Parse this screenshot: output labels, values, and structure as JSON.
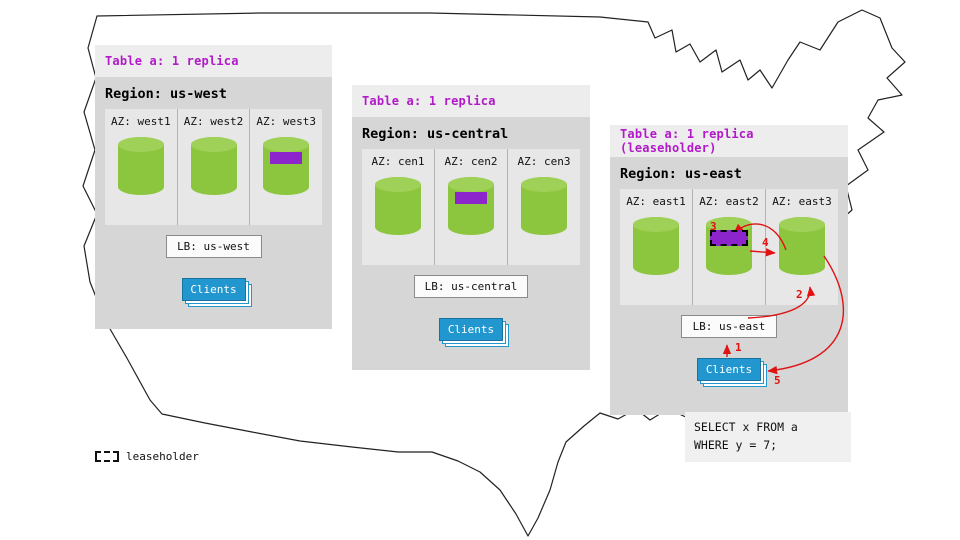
{
  "colors": {
    "accent_purple": "#b219c9",
    "replica_purple": "#8c25cc",
    "cylinder_green": "#8cc63f",
    "clients_blue": "#2196cf",
    "arrow_red": "#e01212",
    "panel_gray": "#d6d6d6",
    "header_gray": "#ededed"
  },
  "regions": [
    {
      "id": "us-west",
      "table_label": "Table a: 1 replica",
      "region_label": "Region: us-west",
      "azs": [
        {
          "label": "AZ: west1",
          "replica": false,
          "leaseholder": false
        },
        {
          "label": "AZ: west2",
          "replica": false,
          "leaseholder": false
        },
        {
          "label": "AZ: west3",
          "replica": true,
          "leaseholder": false
        }
      ],
      "lb_label": "LB: us-west",
      "clients_label": "Clients"
    },
    {
      "id": "us-central",
      "table_label": "Table a: 1 replica",
      "region_label": "Region: us-central",
      "azs": [
        {
          "label": "AZ: cen1",
          "replica": false,
          "leaseholder": false
        },
        {
          "label": "AZ: cen2",
          "replica": true,
          "leaseholder": false
        },
        {
          "label": "AZ: cen3",
          "replica": false,
          "leaseholder": false
        }
      ],
      "lb_label": "LB: us-central",
      "clients_label": "Clients"
    },
    {
      "id": "us-east",
      "table_label": "Table a: 1 replica (leaseholder)",
      "region_label": "Region: us-east",
      "azs": [
        {
          "label": "AZ: east1",
          "replica": false,
          "leaseholder": false
        },
        {
          "label": "AZ: east2",
          "replica": true,
          "leaseholder": true
        },
        {
          "label": "AZ: east3",
          "replica": false,
          "leaseholder": false
        }
      ],
      "lb_label": "LB: us-east",
      "clients_label": "Clients"
    }
  ],
  "flow_labels": [
    "1",
    "2",
    "3",
    "4",
    "5"
  ],
  "query_box": {
    "line1": "SELECT x FROM a",
    "line2": "WHERE y = 7;"
  },
  "legend": {
    "label": "leaseholder"
  }
}
